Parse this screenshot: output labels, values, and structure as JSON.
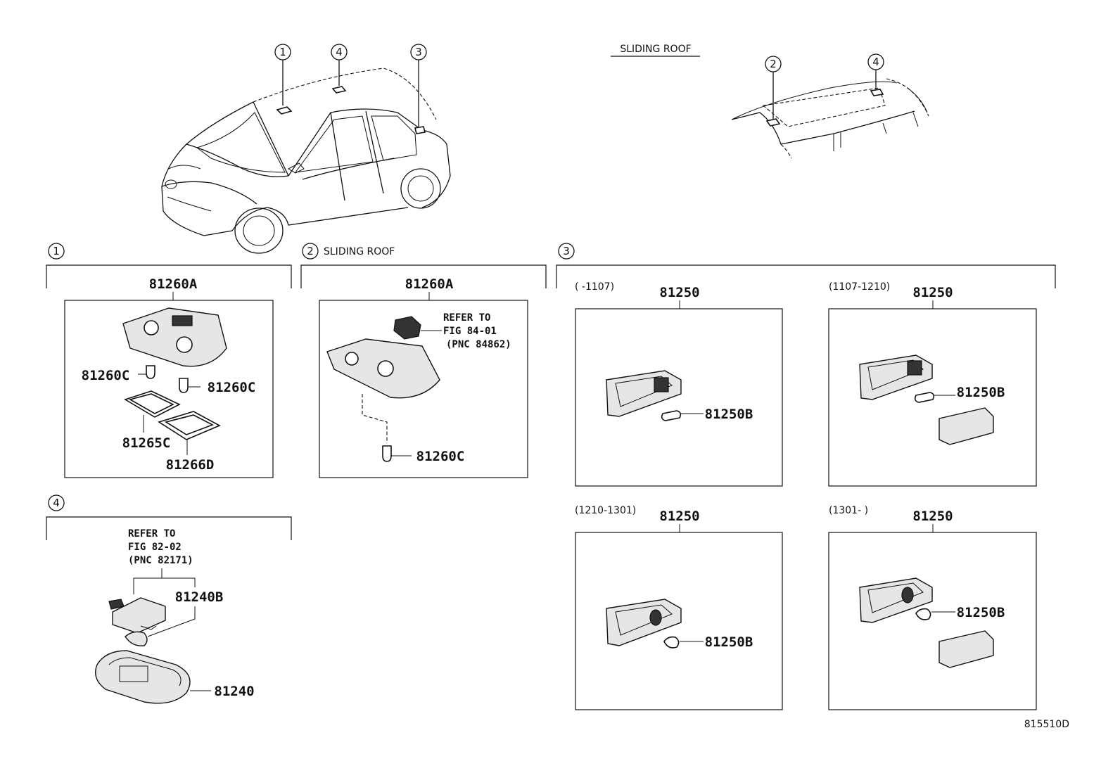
{
  "header": {
    "sliding_roof_title": "SLIDING ROOF"
  },
  "callouts": {
    "c1": "1",
    "c2": "2",
    "c3": "3",
    "c4": "4"
  },
  "sections": {
    "s1": {
      "number": "1",
      "main_part": "81260A",
      "parts": [
        "81260C",
        "81260C",
        "81265C",
        "81266D"
      ]
    },
    "s2": {
      "number": "2",
      "title": "SLIDING ROOF",
      "main_part": "81260A",
      "refer": [
        "REFER TO",
        "FIG 84-01",
        "(PNC 84862)"
      ],
      "parts": [
        "81260C"
      ]
    },
    "s3": {
      "number": "3",
      "variants": [
        {
          "range": "(      -1107)",
          "main_part": "81250",
          "bulb": "81250B"
        },
        {
          "range": "(1107-1210)",
          "main_part": "81250",
          "bulb": "81250B"
        },
        {
          "range": "(1210-1301)",
          "main_part": "81250",
          "bulb": "81250B"
        },
        {
          "range": "(1301-      )",
          "main_part": "81250",
          "bulb": "81250B"
        }
      ]
    },
    "s4": {
      "number": "4",
      "refer": [
        "REFER TO",
        "FIG 82-02",
        "(PNC 82171)"
      ],
      "parts": [
        "81240B",
        "81240"
      ]
    }
  },
  "footer": {
    "figure_code": "815510D"
  }
}
